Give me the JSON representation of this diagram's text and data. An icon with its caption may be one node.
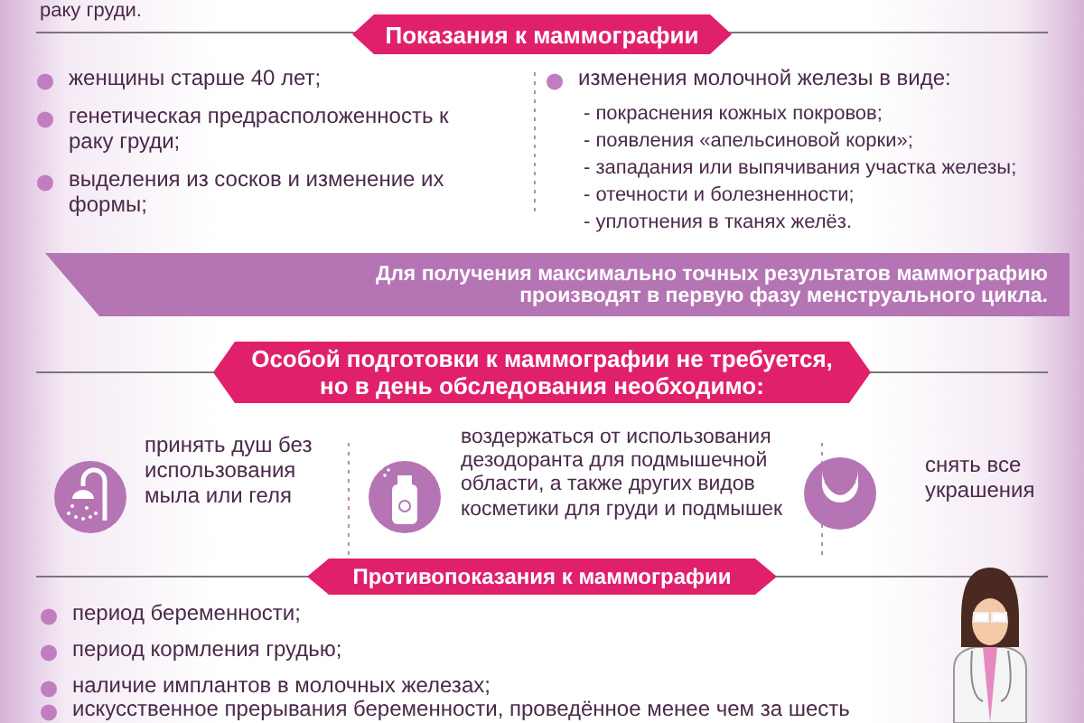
{
  "diagram": {
    "nodes": [
      {
        "text": [
          "Показания к маммографии"
        ]
      },
      {
        "text": [
          "Для получения максимально точных результатов маммографию производят в первую фазу менструального цикла."
        ]
      },
      {
        "text": [
          "Особой подготовки к маммографии не требуется, но в день обследования необходимо:"
        ]
      },
      {
        "text": [
          "Противопоказания к маммографии"
        ]
      }
    ],
    "labels": [
      "раку груди.",
      "женщины старше 40 лет;",
      "генетическая предрасположенность к раку груди;",
      "выделения из сосков и изменение их формы;",
      "изменения молочной железы в виде:",
      "- покраснения кожных покровов;",
      "- появления «апельсиновой корки»;",
      "- западания или выпячивания участка железы;",
      "- отечности и болезненности;",
      "- уплотнения в тканях желёз.",
      "принять душ без использования мыла или геля",
      "воздержаться от использования дезодоранта для подмышечной области, а также других видов косметики для груди и подмышек",
      "снять все украшения",
      "период беременности;",
      "период кормления грудью;",
      "наличие имплантов в молочных железах;",
      "искусственное прерывания беременности, проведённое менее чем за шесть"
    ]
  }
}
